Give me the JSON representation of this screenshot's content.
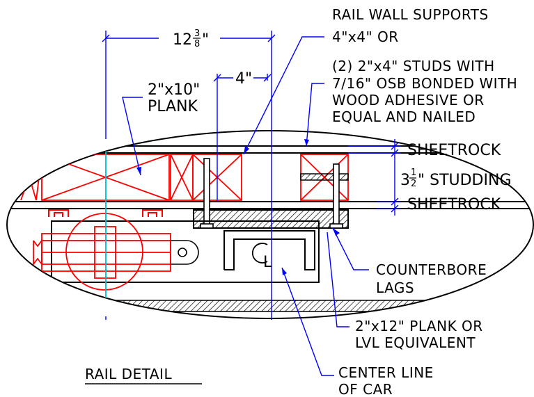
{
  "labels": {
    "rail_wall_supports": "RAIL WALL SUPPORTS",
    "support_4x4": "4\"x4\" OR",
    "studs_line1": "(2) 2\"x4\" STUDS WITH",
    "studs_line2": "7/16\" OSB BONDED WITH",
    "studs_line3": "WOOD ADHESIVE OR",
    "studs_line4": "EQUAL AND NAILED",
    "plank_2x10_line1": "2\"x10\"",
    "plank_2x10_line2": "PLANK",
    "sheetrock_top": "SHEETROCK",
    "studding": "\" STUDDING",
    "studding_whole": "3",
    "studding_frac_num": "1",
    "studding_frac_den": "2",
    "sheetrock_bottom": "SHEETROCK",
    "counterbore_line1": "COUNTERBORE",
    "counterbore_line2": "LAGS",
    "plank_2x12_line1": "2\"x12\" PLANK OR",
    "plank_2x12_line2": "LVL EQUIVALENT",
    "center_line_line1": "CENTER LINE",
    "center_line_line2": "OF CAR",
    "rail_detail": "RAIL DETAIL",
    "centerline_symbol": "L",
    "dim_12_whole": "12",
    "dim_12_num": "3",
    "dim_12_den": "8",
    "dim_12_inch": "\"",
    "dim_4": "4\""
  },
  "colors": {
    "framing": "#ff0000",
    "dimension": "#0000ff",
    "centerline": "#00bcd4",
    "outline": "#000000"
  }
}
